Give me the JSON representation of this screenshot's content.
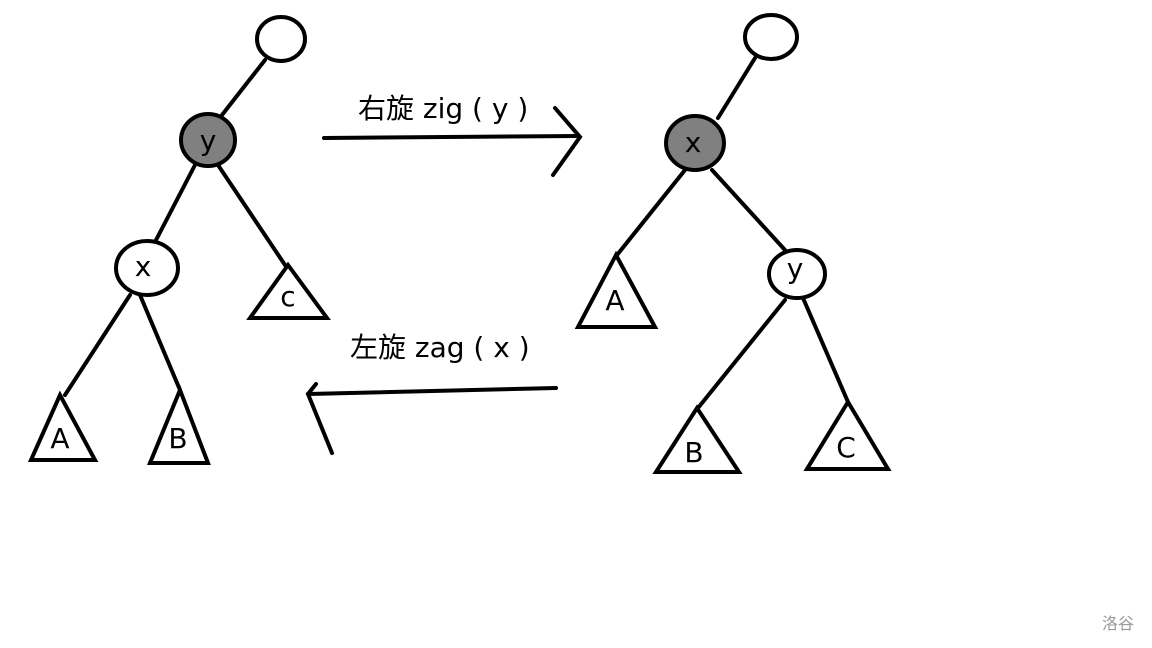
{
  "colors": {
    "highlight_node": "#808080",
    "stroke": "#000000",
    "watermark": "#999999"
  },
  "left_tree": {
    "root_node": "y",
    "child_node": "x",
    "subtrees": [
      "A",
      "B",
      "c"
    ]
  },
  "right_tree": {
    "root_node": "x",
    "child_node": "y",
    "subtrees": [
      "A",
      "B",
      "C"
    ]
  },
  "arrows": {
    "rotate_right": "右旋 zig ( y )",
    "rotate_left": "左旋 zag ( x )"
  },
  "watermark": "洛谷"
}
